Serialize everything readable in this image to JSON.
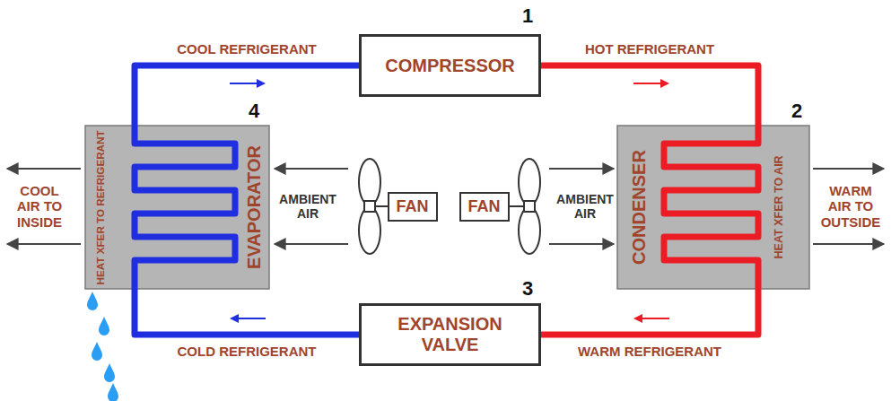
{
  "diagram": {
    "nodes": [
      {
        "text": [
          "COMPRESSOR"
        ]
      },
      {
        "text": [
          "HEAT XFER TO REFRIGERANT",
          "EVAPORATOR"
        ]
      },
      {
        "text": [
          "FAN"
        ]
      },
      {
        "text": [
          "FAN"
        ]
      },
      {
        "text": [
          "CONDENSER",
          "HEAT XFER TO AIR"
        ]
      },
      {
        "text": [
          "EXPANSION VALVE"
        ]
      }
    ],
    "edges": [
      {
        "from": 0,
        "to": 4,
        "arrow": "none",
        "label": "HOT REFRIGERANT"
      },
      {
        "from": 4,
        "to": 5,
        "arrow": "none",
        "label": "WARM REFRIGERANT"
      },
      {
        "from": 5,
        "to": 1,
        "arrow": "none",
        "label": "COLD REFRIGERANT"
      },
      {
        "from": 1,
        "to": 0,
        "arrow": "none",
        "label": "COOL REFRIGERANT"
      }
    ],
    "labels": [
      "1",
      "2",
      "3",
      "4",
      "COOL AIR TO INSIDE",
      "AMBIENT AIR",
      "AMBIENT AIR",
      "WARM AIR TO OUTSIDE"
    ]
  }
}
